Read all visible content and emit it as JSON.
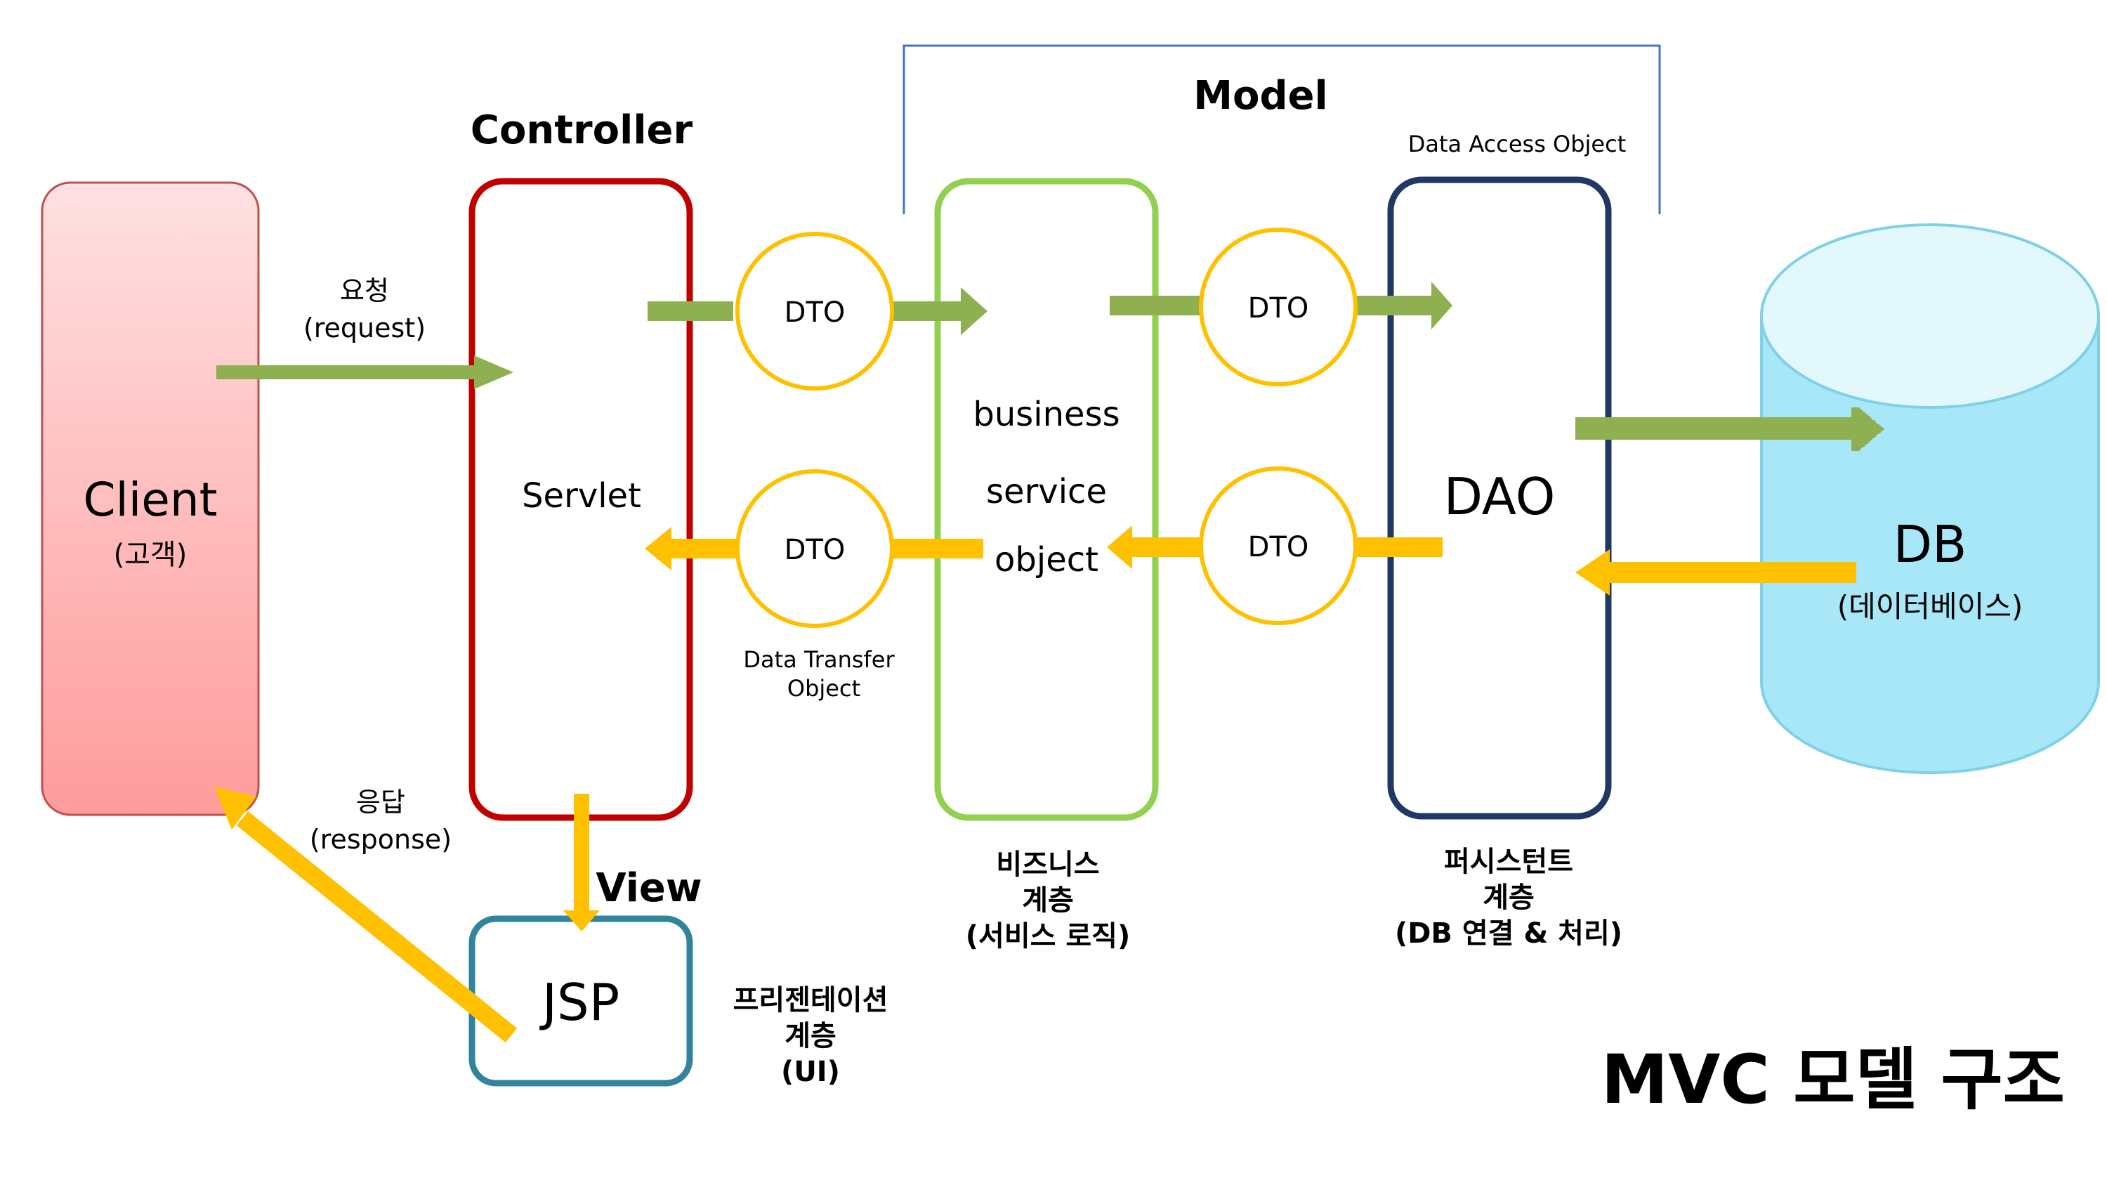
{
  "colors": {
    "client_border": "#c0504d",
    "client_top": "#ffe1e3",
    "client_bottom": "#ff9b9b",
    "controller": "#c00000",
    "model_service": "#92d050",
    "dao": "#1f3864",
    "view": "#31849b",
    "dto": "#ffc000",
    "request_arrow": "#8fb050",
    "response_arrow": "#ffc000",
    "db_top": "#e2f8fd",
    "db_body": "#a7e7f7",
    "db_border": "#7fd1e6",
    "model_bracket": "#4472c4"
  },
  "labels": {
    "controller_title": "Controller",
    "model_title": "Model",
    "view_title": "View",
    "dao_subtitle": "Data Access Object",
    "client_name": "Client",
    "client_sub": "(고객)",
    "servlet": "Servlet",
    "service_line1": "business",
    "service_line2": "service",
    "service_line3": "object",
    "dao": "DAO",
    "db": "DB",
    "db_sub": "(데이터베이스)",
    "jsp": "JSP",
    "dto": "DTO",
    "dto_caption_line1": "Data Transfer",
    "dto_caption_line2": "Object",
    "request_line1": "요청",
    "request_line2": "(request)",
    "response_line1": "응답",
    "response_line2": "(response)",
    "business_layer_line1": "비즈니스",
    "business_layer_line2": "계층",
    "business_layer_line3": "(서비스 로직)",
    "persistence_layer_line1": "퍼시스턴트",
    "persistence_layer_line2": "계층",
    "persistence_layer_line3": "(DB 연결 & 처리)",
    "presentation_layer_line1": "프리젠테이션",
    "presentation_layer_line2": "계층",
    "presentation_layer_line3": "(UI)",
    "diagram_title": "MVC 모델 구조"
  }
}
